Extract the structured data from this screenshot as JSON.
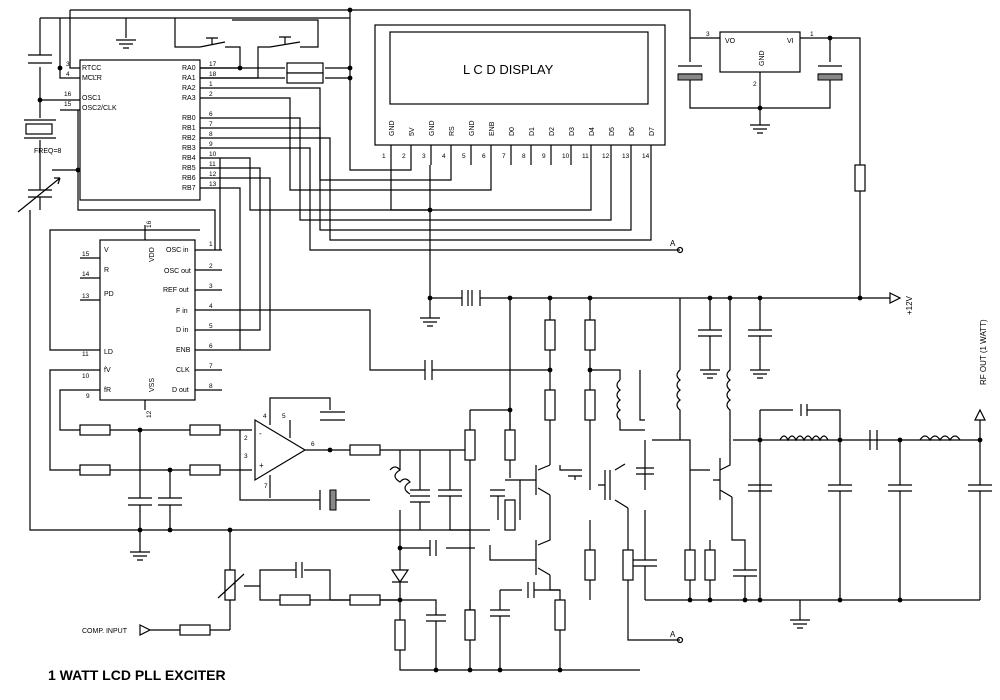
{
  "title": "1 WATT LCD PLL EXCITER",
  "lcd": {
    "label": "L C D DISPLAY",
    "pins": [
      {
        "name": "GND",
        "num": "1"
      },
      {
        "name": "5V",
        "num": "2"
      },
      {
        "name": "GND",
        "num": "3"
      },
      {
        "name": "RS",
        "num": "4"
      },
      {
        "name": "GND",
        "num": "5"
      },
      {
        "name": "ENB",
        "num": "6"
      },
      {
        "name": "D0",
        "num": "7"
      },
      {
        "name": "D1",
        "num": "8"
      },
      {
        "name": "D2",
        "num": "9"
      },
      {
        "name": "D3",
        "num": "10"
      },
      {
        "name": "D4",
        "num": "11"
      },
      {
        "name": "D5",
        "num": "12"
      },
      {
        "name": "D6",
        "num": "13"
      },
      {
        "name": "D7",
        "num": "14"
      }
    ]
  },
  "mcu": {
    "pins_left": [
      {
        "name": "RTCC",
        "num": "3"
      },
      {
        "name": "MCLR",
        "num": "4"
      },
      {
        "name": "OSC1",
        "num": "16"
      },
      {
        "name": "OSC2/CLK",
        "num": "15"
      }
    ],
    "pins_right": [
      {
        "name": "RA0",
        "num": "17"
      },
      {
        "name": "RA1",
        "num": "18"
      },
      {
        "name": "RA2",
        "num": "1"
      },
      {
        "name": "RA3",
        "num": "2"
      },
      {
        "name": "RB0",
        "num": "6"
      },
      {
        "name": "RB1",
        "num": "7"
      },
      {
        "name": "RB2",
        "num": "8"
      },
      {
        "name": "RB3",
        "num": "9"
      },
      {
        "name": "RB4",
        "num": "10"
      },
      {
        "name": "RB5",
        "num": "11"
      },
      {
        "name": "RB6",
        "num": "12"
      },
      {
        "name": "RB7",
        "num": "13"
      }
    ]
  },
  "crystal_label": "FREQ=8",
  "pll": {
    "pins_left": [
      {
        "name": "V",
        "num": "15"
      },
      {
        "name": "R",
        "num": "14"
      },
      {
        "name": "PD",
        "num": "13"
      },
      {
        "name": "LD",
        "num": "11"
      },
      {
        "name": "fV",
        "num": "10"
      },
      {
        "name": "fR",
        "num": "9"
      }
    ],
    "pins_right": [
      {
        "name": "OSC in",
        "num": "1"
      },
      {
        "name": "OSC out",
        "num": "2"
      },
      {
        "name": "REF out",
        "num": "3"
      },
      {
        "name": "F in",
        "num": "4"
      },
      {
        "name": "D in",
        "num": "5"
      },
      {
        "name": "ENB",
        "num": "6"
      },
      {
        "name": "CLK",
        "num": "7"
      },
      {
        "name": "D out",
        "num": "8"
      }
    ],
    "vdd": {
      "name": "VDD",
      "num": "16"
    },
    "vss": {
      "name": "VSS",
      "num": "12"
    }
  },
  "regulator": {
    "vo": "VO",
    "vi": "VI",
    "gnd": "GND",
    "pin_vo": "3",
    "pin_vi": "1",
    "pin_gnd": "2"
  },
  "opamp": {
    "minus": "-",
    "plus": "+",
    "pin_minus": "2",
    "pin_plus": "3",
    "pin_out": "6",
    "pin_top1": "4",
    "pin_top2": "5",
    "pin_bottom": "7"
  },
  "labels": {
    "supply": "+12V",
    "rf_out": "RF OUT (1 WATT)",
    "comp_input": "COMP. INPUT",
    "node_a": "A"
  }
}
